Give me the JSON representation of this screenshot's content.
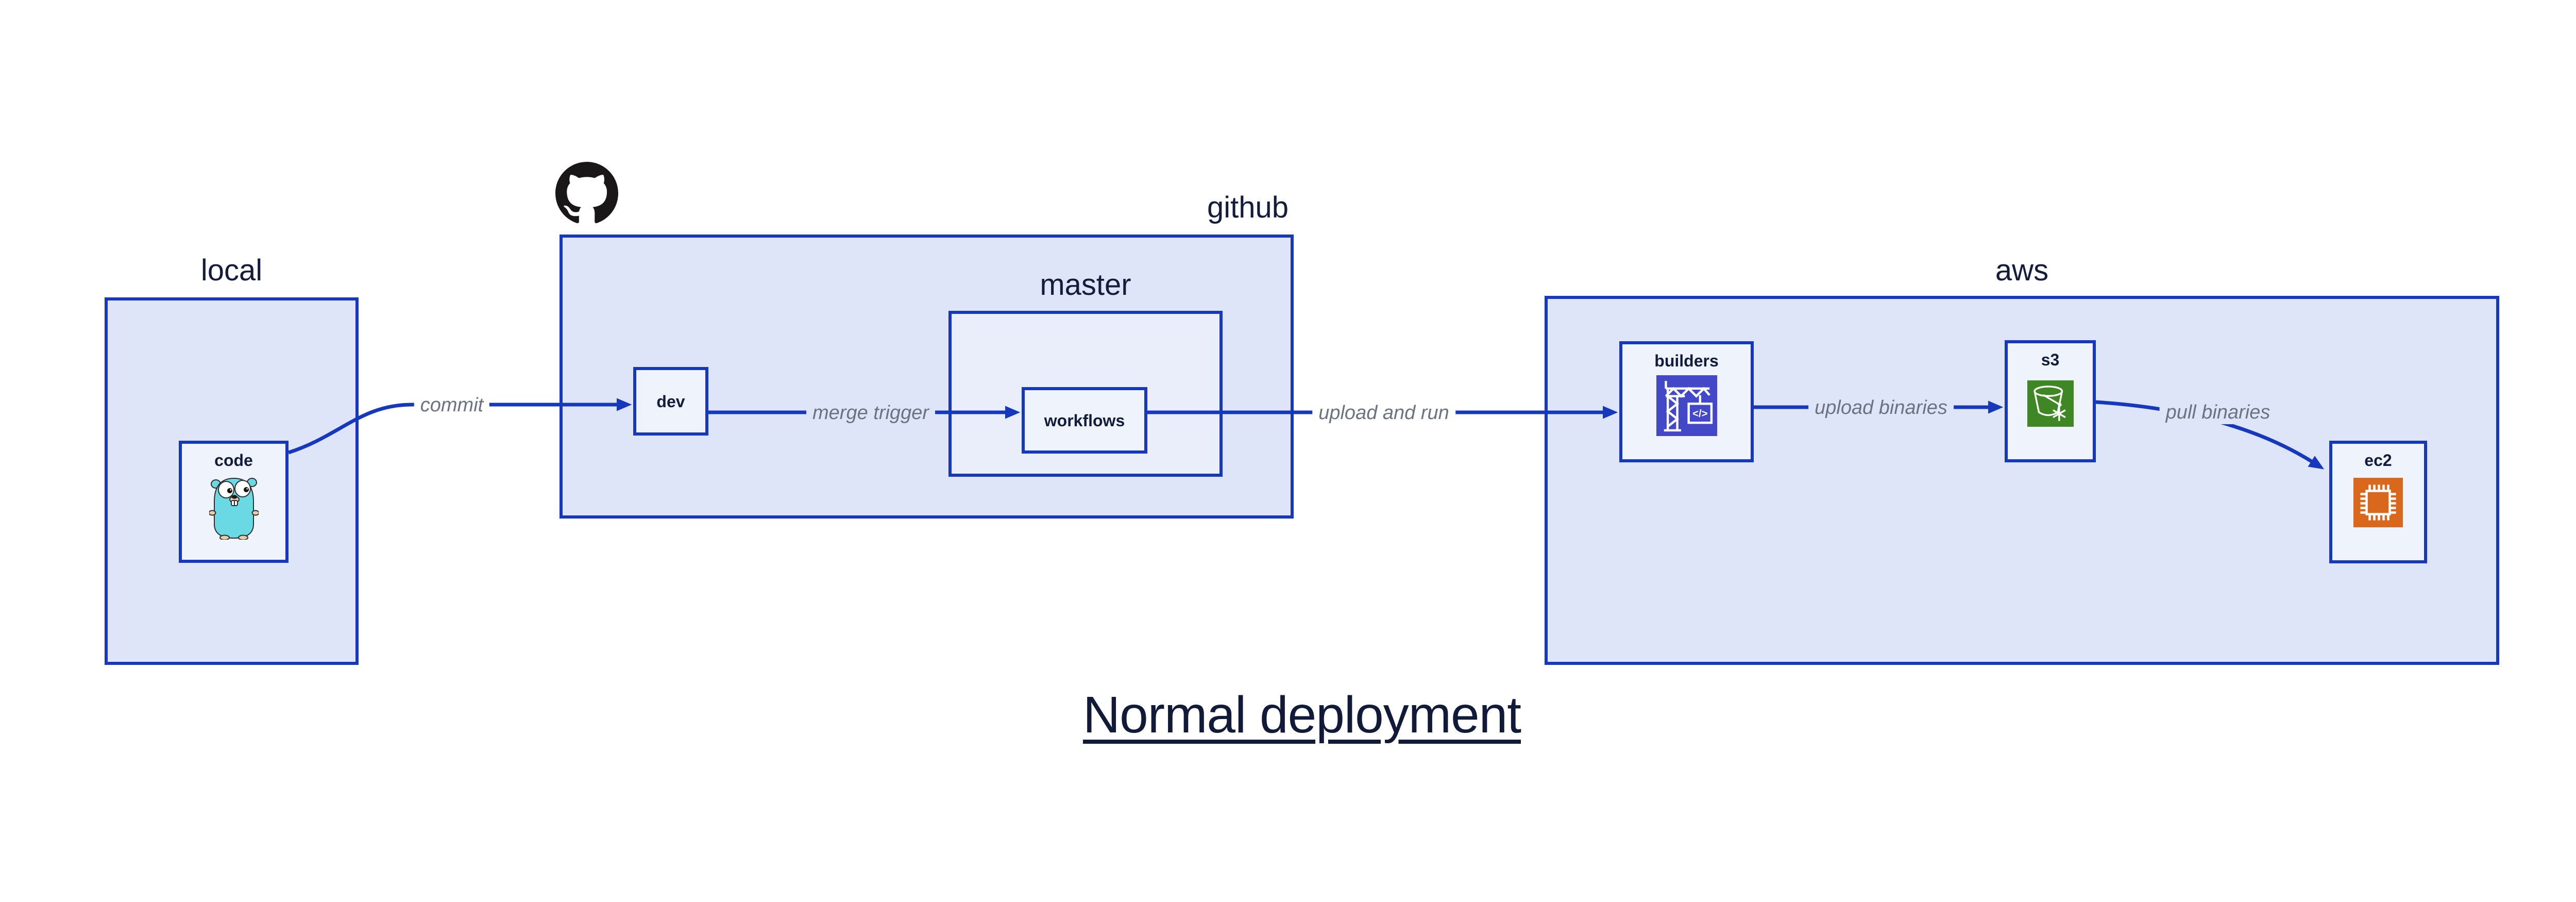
{
  "title": {
    "text": "Normal deployment"
  },
  "containers": {
    "local": {
      "label": "local"
    },
    "github": {
      "label": "github",
      "logo_icon": "github-octocat-icon"
    },
    "master": {
      "label": "master"
    },
    "aws": {
      "label": "aws"
    }
  },
  "nodes": {
    "code": {
      "label": "code",
      "icon": "go-gopher-icon"
    },
    "dev": {
      "label": "dev"
    },
    "workflows": {
      "label": "workflows"
    },
    "builders": {
      "label": "builders",
      "icon": "aws-codebuild-crane-icon",
      "icon_glyph": "</>"
    },
    "s3": {
      "label": "s3",
      "icon": "aws-s3-glacier-bucket-icon"
    },
    "ec2": {
      "label": "ec2",
      "icon": "aws-ec2-chip-icon"
    }
  },
  "edges": [
    {
      "from": "code",
      "to": "dev",
      "label": "commit"
    },
    {
      "from": "dev",
      "to": "workflows",
      "label": "merge trigger"
    },
    {
      "from": "workflows",
      "to": "builders",
      "label": "upload and run"
    },
    {
      "from": "builders",
      "to": "s3",
      "label": "upload binaries"
    },
    {
      "from": "s3",
      "to": "ec2",
      "label": "pull binaries"
    }
  ],
  "colors": {
    "canvas": "#ffffff",
    "stroke_blue": "#1638bd",
    "container_fill": "#dfe5f8",
    "master_fill": "#eaeefb",
    "leaf_fill": "#eff3fc",
    "label_navy": "#131c3b",
    "edge_label_gray": "#6b7280",
    "codebuild_indigo": "#4348c8",
    "s3_glacier_green": "#3f8624",
    "ec2_orange": "#d9671c",
    "github_black": "#191717",
    "gopher_teal": "#6bd9e3"
  }
}
